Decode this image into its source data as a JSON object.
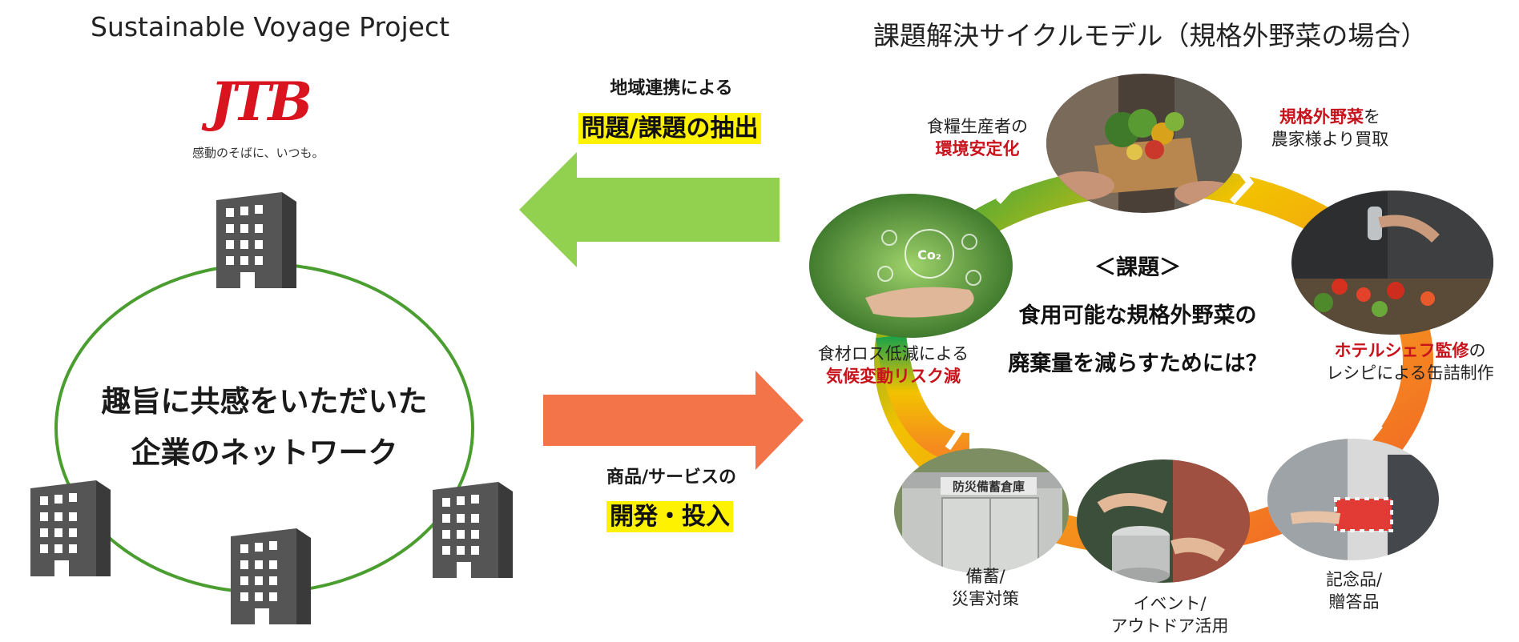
{
  "left": {
    "title": "Sustainable Voyage Project",
    "logo": "JTB",
    "tagline": "感動のそばに、いつも。",
    "network_line1": "趣旨に共感をいただいた",
    "network_line2": "企業のネットワーク"
  },
  "arrows": {
    "top_label": "地域連携による",
    "top_highlight": "問題/課題の抽出",
    "bottom_label": "商品/サービスの",
    "bottom_highlight": "開発・投入"
  },
  "right": {
    "title": "課題解決サイクルモデル（規格外野菜の場合）",
    "center_heading": "＜課題＞",
    "center_line1": "食用可能な規格外野菜の",
    "center_line2": "廃棄量を減らすためには？",
    "step_purchase_red": "規格外野菜",
    "step_purchase_rest": "を",
    "step_purchase_line2": "農家様より買取",
    "step_recipe_red": "ホテルシェフ監修",
    "step_recipe_rest": "の",
    "step_recipe_line2": "レシピによる缶詰制作",
    "step_gift_line1": "記念品/",
    "step_gift_line2": "贈答品",
    "step_event_line1": "イベント/",
    "step_event_line2": "アウトドア活用",
    "step_stock_line1": "備蓄/",
    "step_stock_line2": "災害対策",
    "step_climate_line1": "食材ロス低減による",
    "step_climate_red": "気候変動リスク減",
    "step_env_line1": "食糧生産者の",
    "step_env_red": "環境安定化",
    "storehouse_sign": "防災備蓄倉庫",
    "co2_label": "Co₂"
  },
  "colors": {
    "logo_red": "#d9141e",
    "network_green": "#4a9e2f",
    "arrow_green": "#92d050",
    "arrow_orange": "#f47449",
    "highlight_yellow": "#fff200",
    "building_gray": "#555555",
    "caption_red": "#c8121c"
  }
}
